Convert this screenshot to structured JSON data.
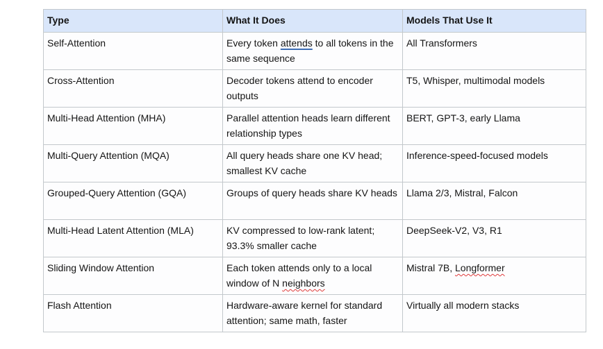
{
  "colors": {
    "header_bg": "#d9e6fa",
    "table_border": "#c3c8cc",
    "text": "#141414",
    "grammar_underline_blue": "#3c6db5",
    "spellcheck_squiggle_red": "#e03a3a"
  },
  "table": {
    "headers": [
      "Type",
      "What It Does",
      "Models That Use It"
    ],
    "rows": [
      {
        "type": "Self-Attention",
        "what": [
          {
            "t": "Every token "
          },
          {
            "t": "attends",
            "mark": "grammar"
          },
          {
            "t": " to all tokens in the same sequence"
          }
        ],
        "models": [
          {
            "t": "All Transformers"
          }
        ]
      },
      {
        "type": "Cross-Attention",
        "what": [
          {
            "t": "Decoder tokens attend to encoder outputs"
          }
        ],
        "models": [
          {
            "t": "T5, Whisper, multimodal models"
          }
        ]
      },
      {
        "type": "Multi-Head Attention (MHA)",
        "what": [
          {
            "t": "Parallel attention heads learn different relationship types"
          }
        ],
        "models": [
          {
            "t": "BERT, GPT-3, early Llama"
          }
        ]
      },
      {
        "type": "Multi-Query Attention (MQA)",
        "what": [
          {
            "t": "All query heads share one KV head; smallest KV cache"
          }
        ],
        "models": [
          {
            "t": "Inference-speed-focused models"
          }
        ]
      },
      {
        "type": "Grouped-Query Attention (GQA)",
        "what": [
          {
            "t": "Groups of query heads share KV heads"
          }
        ],
        "models": [
          {
            "t": "Llama 2/3, Mistral, Falcon"
          }
        ]
      },
      {
        "type": "Multi-Head Latent Attention (MLA)",
        "what": [
          {
            "t": "KV compressed to low-rank latent; 93.3% smaller cache"
          }
        ],
        "models": [
          {
            "t": "DeepSeek-V2, V3, R1"
          }
        ]
      },
      {
        "type": "Sliding Window Attention",
        "what": [
          {
            "t": "Each token attends only to a local window of N "
          },
          {
            "t": "neighbors",
            "mark": "spelling"
          }
        ],
        "models": [
          {
            "t": "Mistral 7B, "
          },
          {
            "t": "Longformer",
            "mark": "spelling"
          }
        ]
      },
      {
        "type": "Flash Attention",
        "what": [
          {
            "t": "Hardware-aware kernel for standard attention; same math, faster"
          }
        ],
        "models": [
          {
            "t": "Virtually all modern stacks"
          }
        ]
      }
    ]
  }
}
